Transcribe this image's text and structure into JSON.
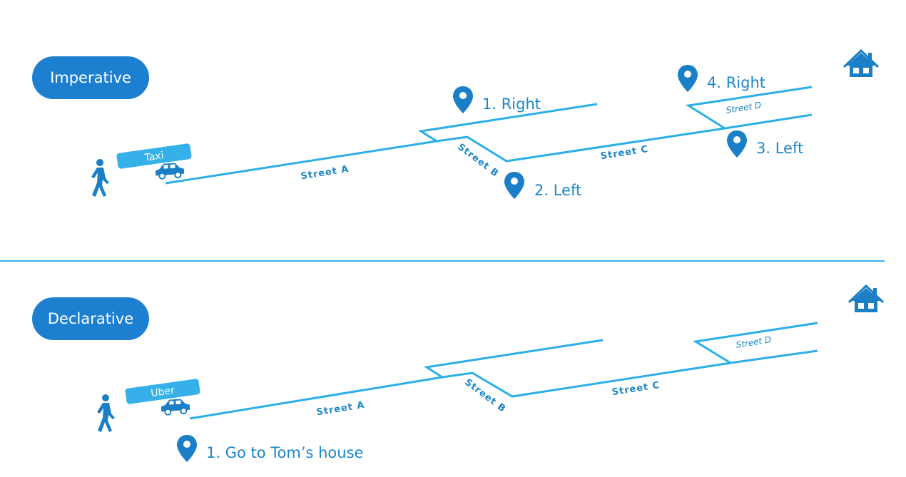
{
  "imperative": {
    "label": "Imperative",
    "vehicle": "Taxi",
    "streets": {
      "a": "Street A",
      "b": "Street B",
      "c": "Street C",
      "d": "Street D"
    },
    "steps": [
      "1. Right",
      "2. Left",
      "3. Left",
      "4. Right"
    ]
  },
  "declarative": {
    "label": "Declarative",
    "vehicle": "Uber",
    "streets": {
      "a": "Street A",
      "b": "Street B",
      "c": "Street C",
      "d": "Street D"
    },
    "steps": [
      "1. Go to Tom’s house"
    ]
  },
  "colors": {
    "pill": "#1d7fd0",
    "road": "#2bafe6",
    "icon": "#1a7fc6",
    "text": "#1b86c8"
  }
}
